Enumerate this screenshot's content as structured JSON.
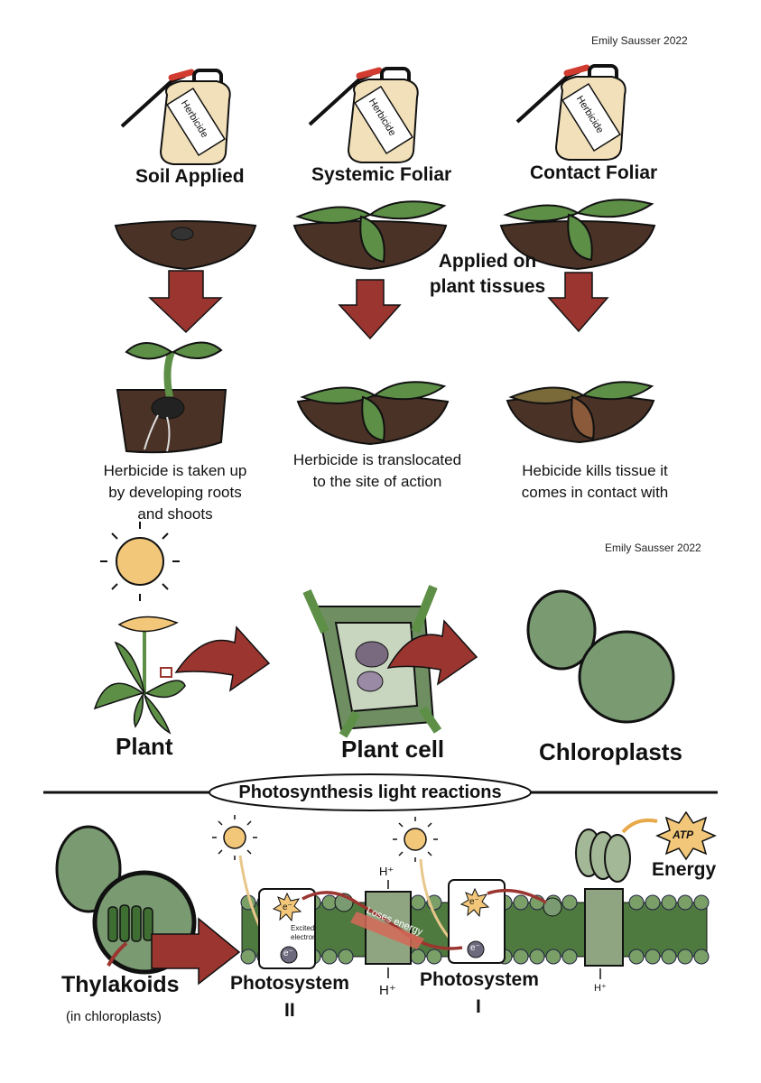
{
  "credits": {
    "top": "Emily Sausser 2022",
    "middle": "Emily Sausser 2022"
  },
  "bottle_label": "Herbicide",
  "methods": [
    {
      "title": "Soil Applied",
      "caption": "Herbicide is taken up by developing roots and shoots"
    },
    {
      "title": "Systemic Foliar",
      "caption": "Herbicide is translocated to the site of action"
    },
    {
      "title": "Contact Foliar",
      "caption": "Hebicide kills tissue it comes in contact with"
    }
  ],
  "applied_note": "Applied on plant tissues",
  "levels": {
    "plant": "Plant",
    "cell": "Plant cell",
    "chloroplasts": "Chloroplasts"
  },
  "light_reactions": {
    "banner": "Photosynthesis light reactions",
    "thylakoids": "Thylakoids",
    "thylakoids_note": "(in chloroplasts)",
    "psii_line1": "Photosystem",
    "psii_line2": "II",
    "psi_line1": "Photosystem",
    "psi_line2": "I",
    "excited_line1": "Excited",
    "excited_line2": "electron",
    "loses_energy": "Loses energy",
    "electron": "e⁻",
    "proton": "H⁺",
    "atp": "ATP",
    "energy": "Energy"
  },
  "colors": {
    "arrow": "#9a3530",
    "leaf": "#5d8f47",
    "soil": "#4a3226",
    "bottle": "#f1e0b9",
    "chloroplast": "#7a9a72",
    "sun": "#f2c77a"
  }
}
